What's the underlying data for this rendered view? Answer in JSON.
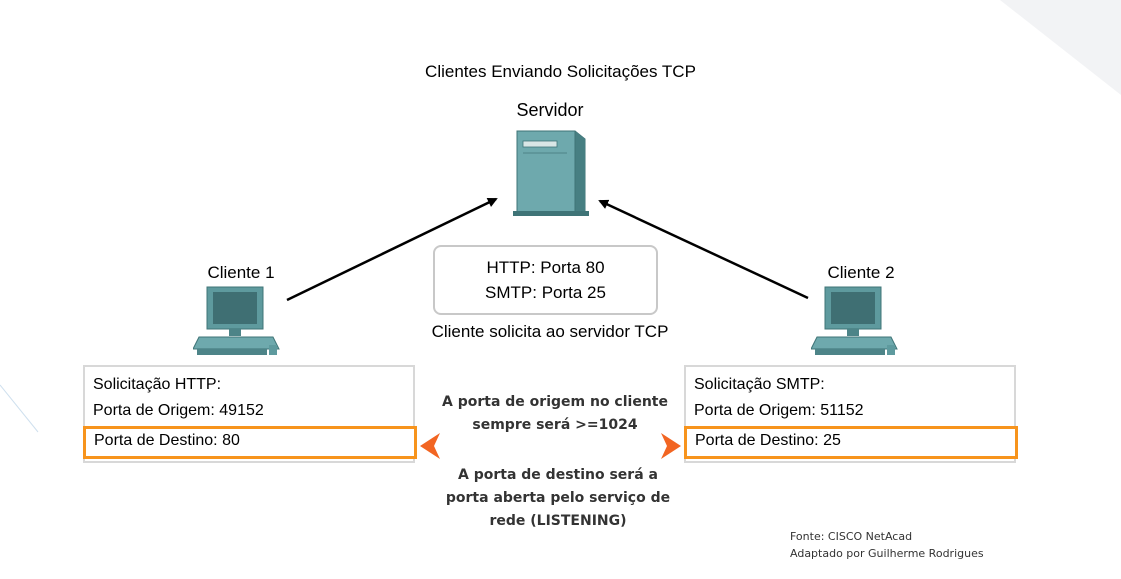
{
  "diagram": {
    "title": "Clientes Enviando Solicitações TCP",
    "server_label": "Servidor",
    "client1_label": "Cliente 1",
    "client2_label": "Cliente 2",
    "ports": {
      "http": "HTTP: Porta 80",
      "smtp": "SMTP: Porta 25"
    },
    "request_caption": "Cliente solicita ao servidor TCP",
    "client1_box": {
      "request": "Solicitação HTTP:",
      "source_port": "Porta de Origem: 49152",
      "dest_port": "Porta de Destino: 80"
    },
    "client2_box": {
      "request": "Solicitação SMTP:",
      "source_port": "Porta de Origem: 51152",
      "dest_port": "Porta de Destino: 25"
    },
    "note_source": "A porta de origem no cliente sempre será >=1024",
    "note_dest": "A porta de destino será a porta aberta pelo serviço de rede (LISTENING)",
    "credit_line1": "Fonte: CISCO NetAcad",
    "credit_line2": "Adaptado por Guilherme Rodrigues"
  },
  "colors": {
    "accent_orange": "#f7941d",
    "device_teal": "#5e9a9e",
    "box_border": "#c8c8c8"
  }
}
